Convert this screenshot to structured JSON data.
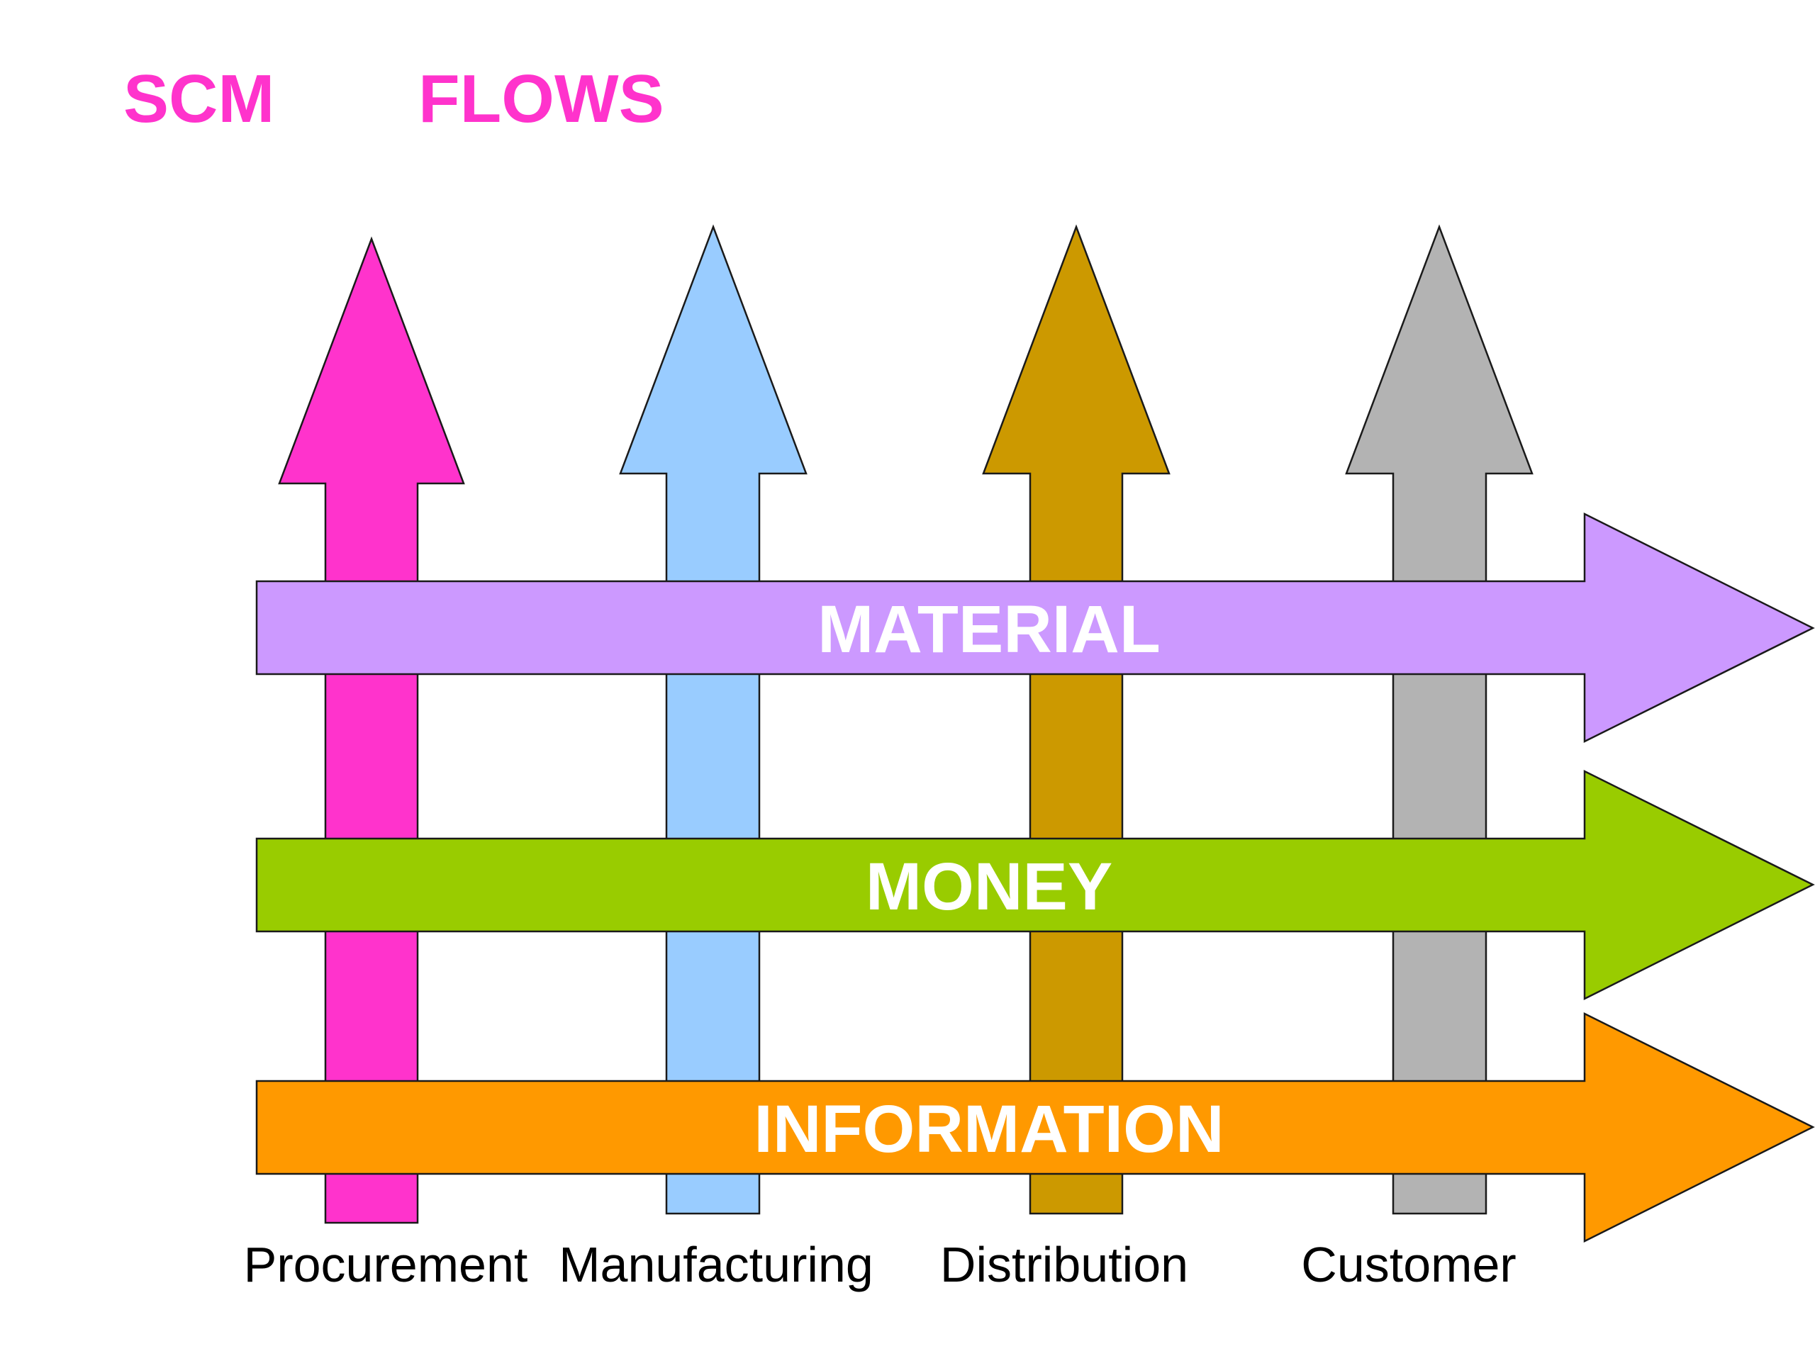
{
  "title": {
    "word1": "SCM",
    "word2": "FLOWS",
    "color": "#ff33cc"
  },
  "stages": [
    {
      "label": "Procurement",
      "color": "#ff33cc"
    },
    {
      "label": "Manufacturing",
      "color": "#99ccff"
    },
    {
      "label": "Distribution",
      "color": "#cc9900"
    },
    {
      "label": "Customer",
      "color": "#b3b3b3"
    }
  ],
  "flows": [
    {
      "label": "MATERIAL",
      "color": "#cc99ff"
    },
    {
      "label": "MONEY",
      "color": "#99cc00"
    },
    {
      "label": "INFORMATION",
      "color": "#ff9900"
    }
  ]
}
